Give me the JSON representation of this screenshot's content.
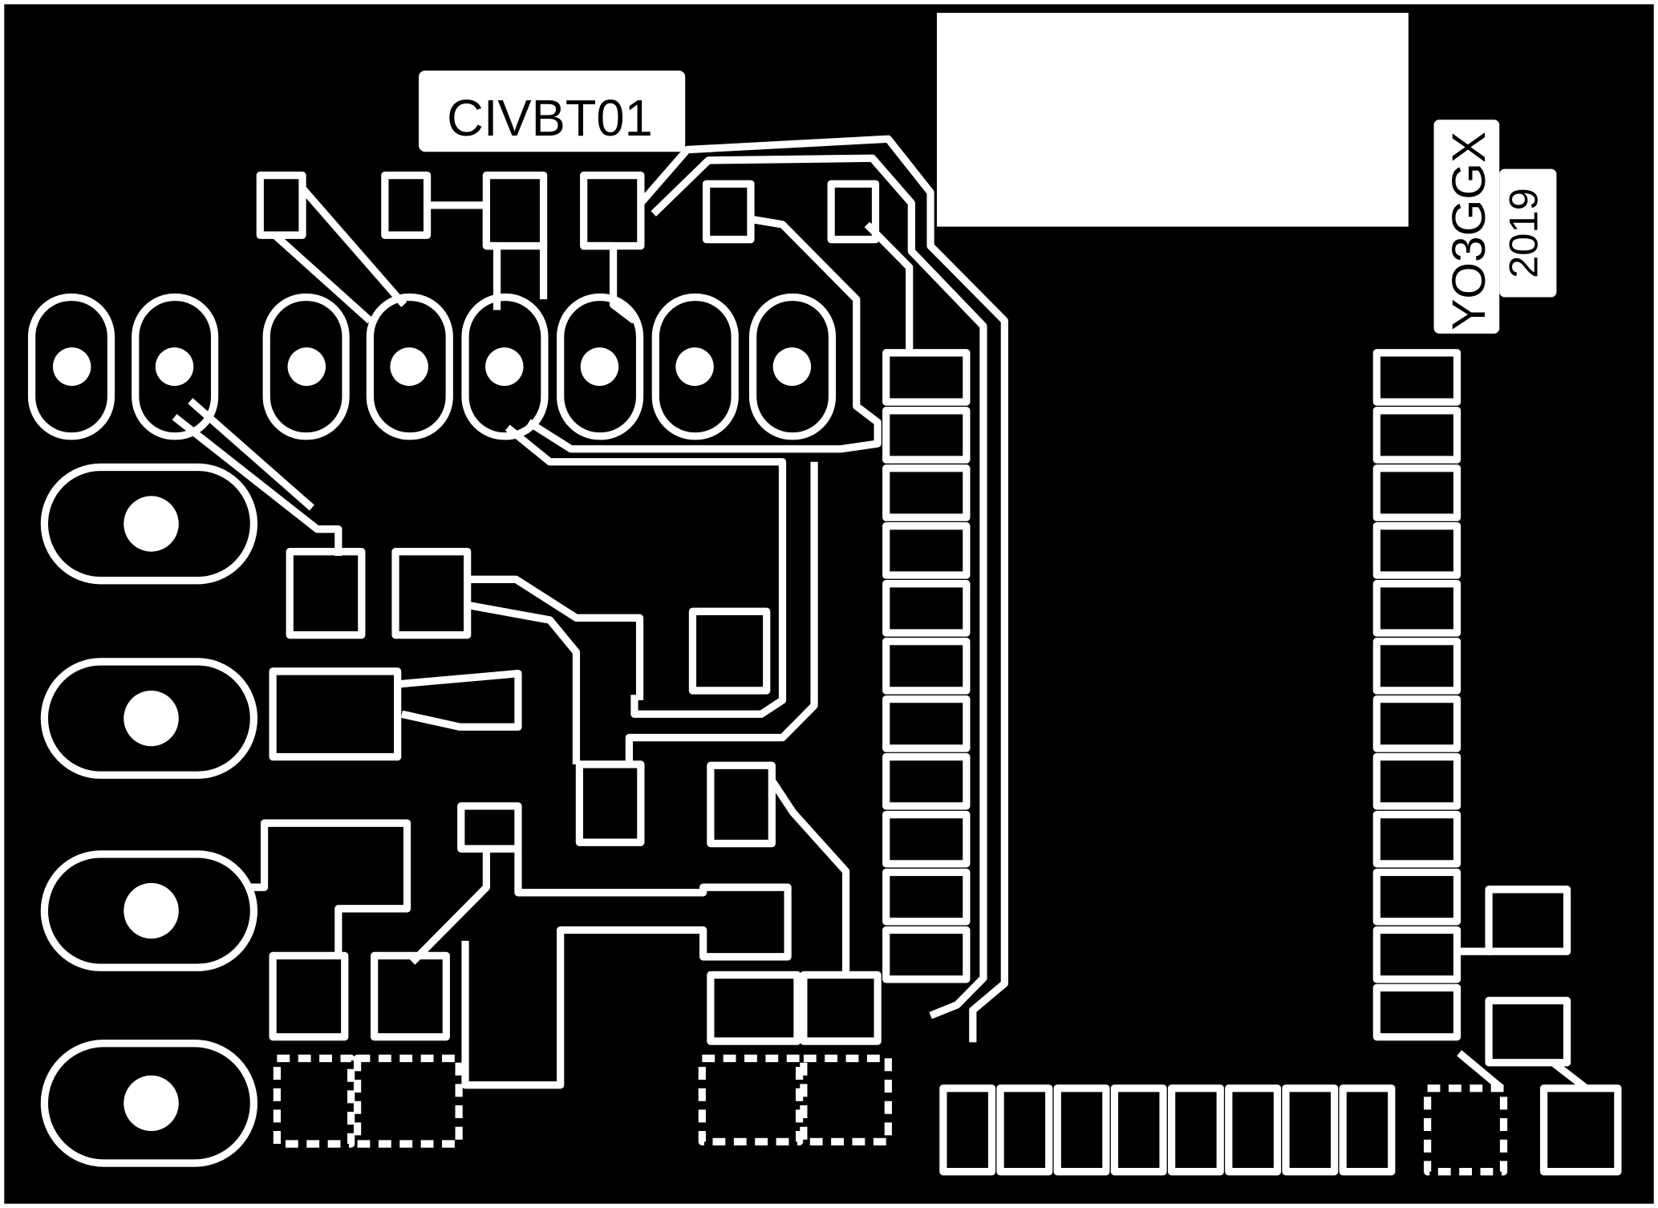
{
  "board": {
    "copper_color": "#000000",
    "substrate_color": "#ffffff"
  },
  "labels": {
    "board_name": "CIVBT01",
    "author": "YO3GGX",
    "year": "2019"
  }
}
